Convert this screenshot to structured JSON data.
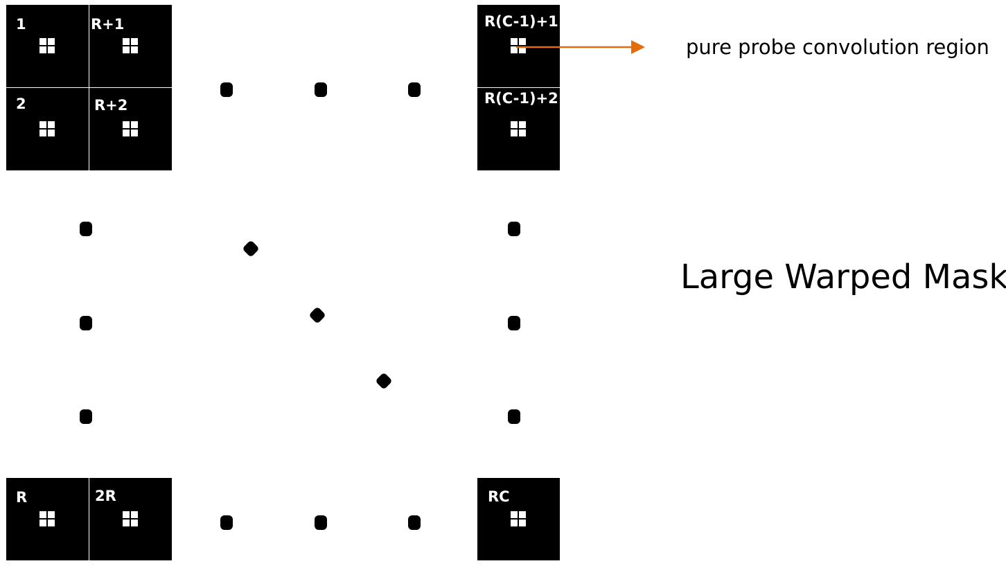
{
  "tiles": {
    "t1": "1",
    "t2": "2",
    "tR1": "R+1",
    "tR2": "R+2",
    "tC1": "R(C-1)+1",
    "tC2": "R(C-1)+2",
    "tR": "R",
    "t2R": "2R",
    "tRC": "RC"
  },
  "annotations": {
    "probe_region": "pure probe convolution region",
    "mask_title": "Large Warped Mask"
  },
  "colors": {
    "arrow": "#E46C0A",
    "tile": "#000000",
    "background": "#ffffff"
  }
}
